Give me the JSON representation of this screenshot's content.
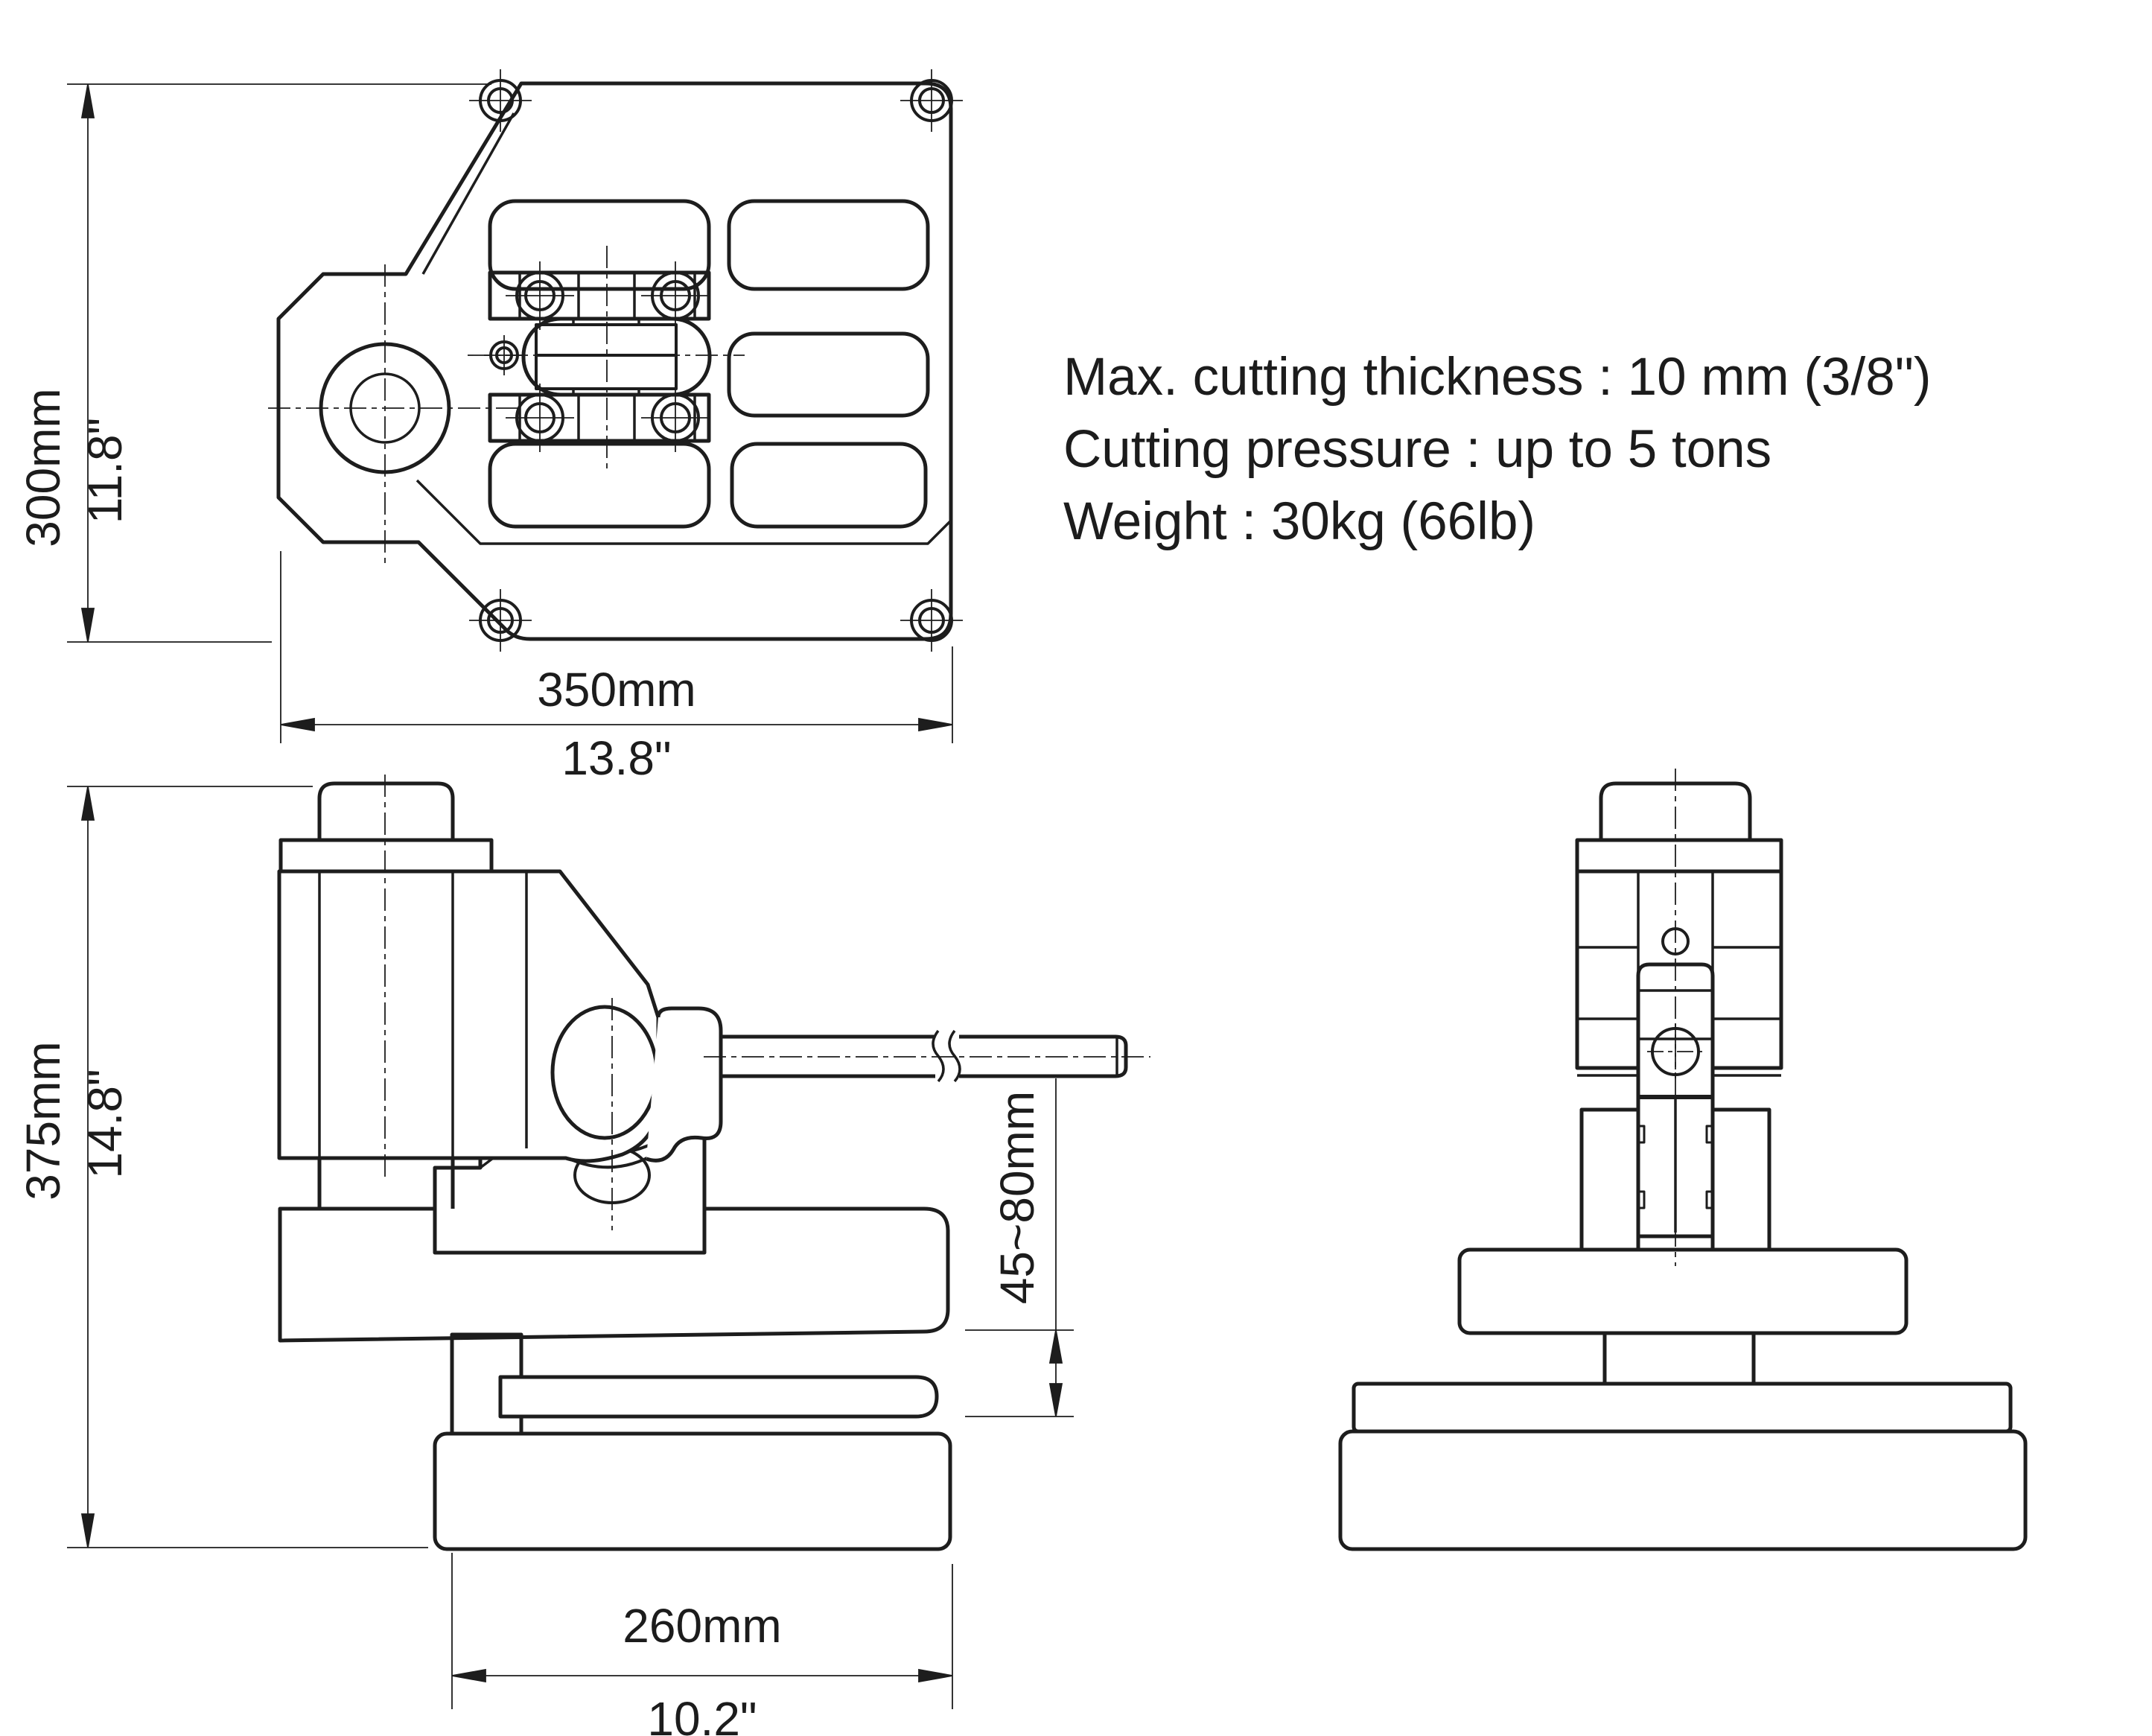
{
  "drawing": {
    "type": "three-view technical drawing of a hydraulic cutting machine",
    "background": "#ffffff",
    "line_color": "#1d1d1d"
  },
  "specs": {
    "line1": "Max. cutting thickness : 10 mm  (3/8\")",
    "line2": "Cutting pressure : up to 5 tons",
    "line3": "Weight : 30kg (66lb)"
  },
  "dimensions": {
    "top_view": {
      "height_mm": "300mm",
      "height_in": "11.8\"",
      "width_mm": "350mm",
      "width_in": "13.8\""
    },
    "front_view": {
      "height_mm": "375mm",
      "height_in": "14.8\"",
      "gap_range": "45~80mm",
      "base_width_mm": "260mm",
      "base_width_in": "10.2\""
    }
  }
}
